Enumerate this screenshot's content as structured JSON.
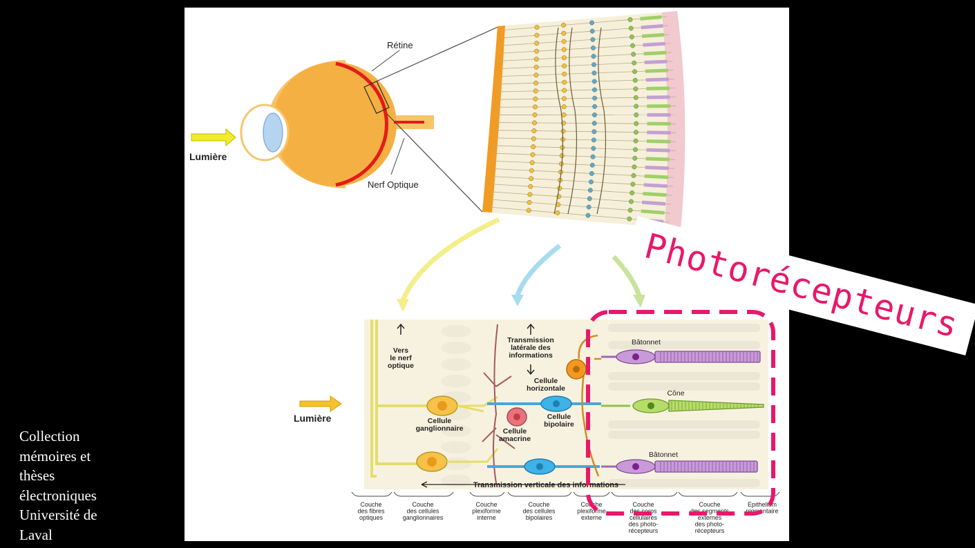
{
  "eye": {
    "light_label": "Lumière",
    "retina_label": "Rétine",
    "optic_nerve_label": "Nerf Optique"
  },
  "detail": {
    "light_label": "Lumière",
    "to_optic_nerve": "Vers\nle nerf\noptique",
    "lateral_transmission": "Transmission\nlatérale des\ninformations",
    "horizontal_cell": "Cellule\nhorizontale",
    "ganglion_cell": "Cellule\nganglionnaire",
    "amacrine_cell": "Cellule\namacrine",
    "bipolar_cell": "Cellule\nbipolaire",
    "rod_top": "Bâtonnet",
    "cone": "Cône",
    "rod_bottom": "Bâtonnet",
    "vertical_transmission": "Transmission verticale des informations",
    "layers": [
      "Couche\ndes fibres\noptiques",
      "Couche\ndes cellules\nganglionnaires",
      "Couche\nplexiforme\ninterne",
      "Couche\ndes cellules\nbipolaires",
      "Couche\nplexiforme\nexterne",
      "Couche\ndes corps\ncellulaires\ndes photo-\nrécepteurs",
      "Couche\ndes segments\nexternes\ndes photo-\nrécepteurs",
      "Epithelium\npigmentaire"
    ]
  },
  "highlight_label": "Photorécepteurs",
  "highlight_color": "#e8186a",
  "credit_lines": [
    "Collection",
    "mémoires et",
    "thèses",
    "électroniques",
    "Université de",
    "Laval"
  ]
}
